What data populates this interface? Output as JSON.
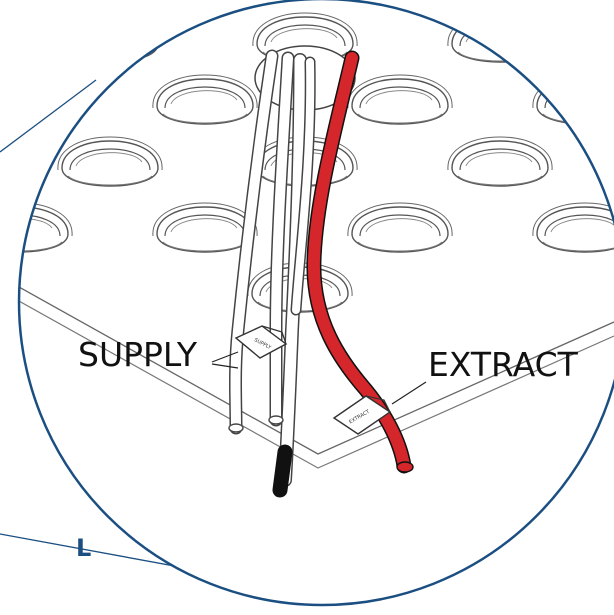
{
  "labels": {
    "supply": "SUPPLY",
    "extract": "EXTRACT",
    "side_marker": "L"
  },
  "tags": {
    "supply_tag": "SUPPLY",
    "extract_tag": "EXTRACT"
  },
  "colors": {
    "outline": "#1b4f82",
    "extract_pipe": "#d4262b",
    "pipe_cap": "#111111",
    "line_art": "#444444"
  }
}
